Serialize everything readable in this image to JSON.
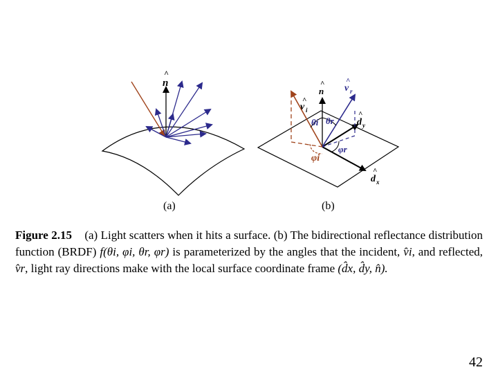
{
  "figure": {
    "panel_a_label": "(a)",
    "panel_b_label": "(b)",
    "labels_a": {
      "normal": "n",
      "hat": "^"
    },
    "labels_b": {
      "normal": "n",
      "vi": "v",
      "vi_sub": "i",
      "vr": "v",
      "vr_sub": "r",
      "dy": "d",
      "dy_sub": "y",
      "dx": "d",
      "dx_sub": "x",
      "theta_i": "θi",
      "theta_r": "θr",
      "phi_i": "φi",
      "phi_r": "φr",
      "hat": "^"
    },
    "colors": {
      "incident": "#a0441c",
      "reflected": "#2c2a8c",
      "surface": "#000000"
    }
  },
  "caption": {
    "figure_number": "Figure 2.15",
    "part_a": "(a) Light scatters when it hits a surface.",
    "part_b_start": "(b) The bidirectional reflectance distribution function (BRDF)",
    "function": "f(θi, φi, θr, φr)",
    "part_b_mid": "is parameterized by the angles that the incident,",
    "vi": "v̂i",
    "and_reflected": ", and reflected,",
    "vr": "v̂r",
    "part_b_end": ", light ray directions make with the local surface coordinate frame",
    "frame": "(d̂x, d̂y, n̂)."
  },
  "page_number": "42"
}
